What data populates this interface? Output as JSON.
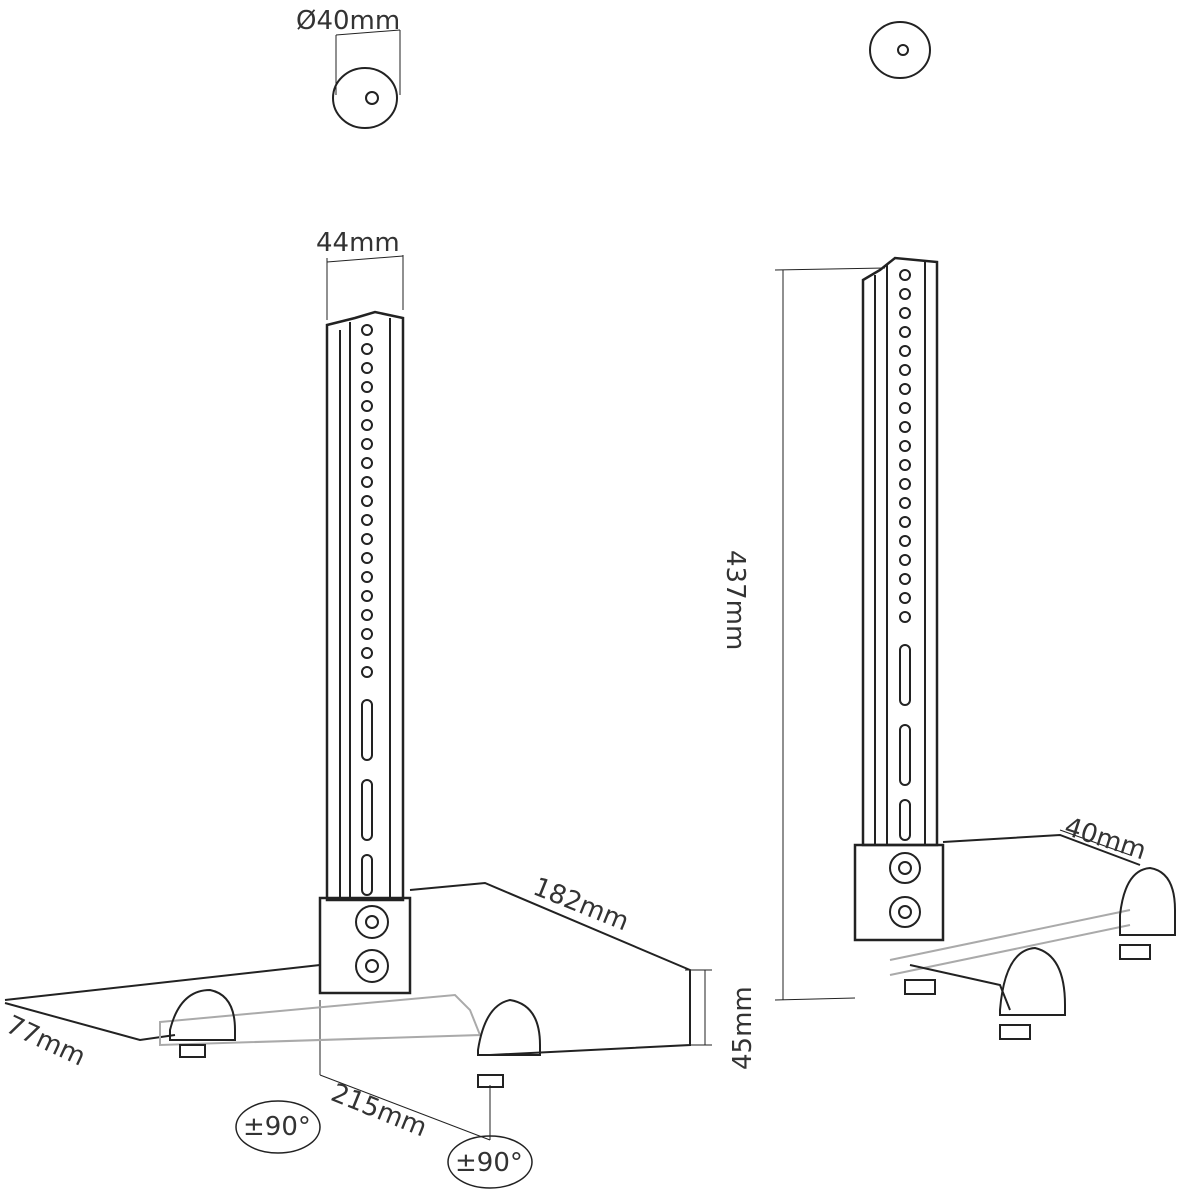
{
  "labels": {
    "disc_diameter": "Ø40mm",
    "pole_width": "44mm",
    "height": "437mm",
    "base_depth": "182mm",
    "arm_length": "215mm",
    "arm_side": "77mm",
    "base_height": "45mm",
    "foot_width": "40mm",
    "rotation_left": "±90°",
    "rotation_right": "±90°"
  }
}
